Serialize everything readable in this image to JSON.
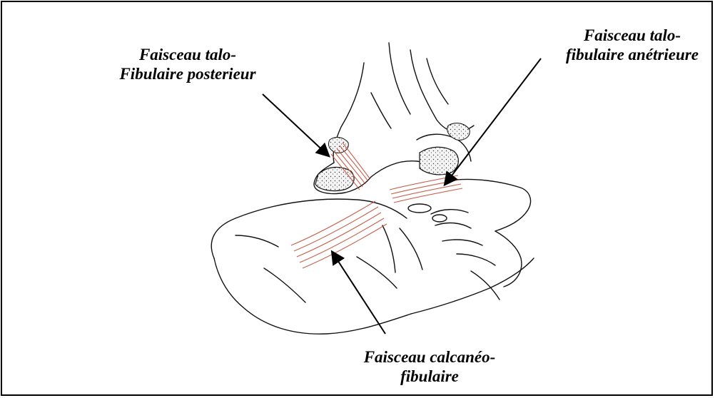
{
  "labels": {
    "posterior": {
      "line1": "Faisceau talo-",
      "line2": "Fibulaire posterieur"
    },
    "anterior": {
      "line1": "Faisceau talo-",
      "line2": "fibulaire anétrieure"
    },
    "calcaneo": {
      "line1": "Faisceau calcanéo-",
      "line2": "fibulaire"
    }
  },
  "colors": {
    "ligament": "#c0503a",
    "outline": "#111111",
    "background": "#ffffff"
  }
}
